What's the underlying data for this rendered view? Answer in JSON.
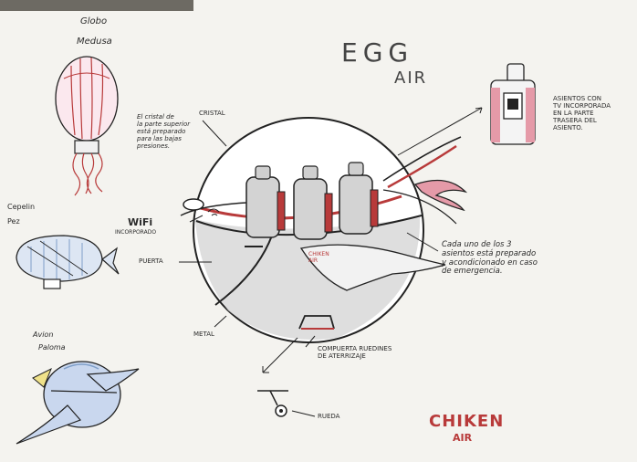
{
  "title": {
    "brand_line1": "EGG",
    "brand_line2": "AIR"
  },
  "balloon": {
    "line1": "Globo",
    "line2": "Medusa"
  },
  "zeppelin": {
    "line1": "Cepelin",
    "line2": "Pez"
  },
  "plane": {
    "line1": "Avion",
    "line2": "Paloma"
  },
  "labels": {
    "cristal_note_lines": [
      "El cristal de",
      "la parte superior",
      "está preparado",
      "para las bajas",
      "presiones."
    ],
    "cristal_tag": "CRISTAL",
    "wifi": "WiFi",
    "wifi_sub": "INCORPORADO",
    "puerta": "PUERTA",
    "metal": "METAL",
    "compuerta_lines": [
      "COMPUERTA RUEDINES",
      "DE ATERRIZAJE"
    ],
    "rueda": "RUEDA",
    "hull_logo_lines": [
      "CHIKEN",
      "AIR"
    ],
    "seats_tv_lines": [
      "ASIENTOS CON",
      "TV INCORPORADA",
      "EN LA PARTE",
      "TRASERA DEL",
      "ASIENTO."
    ],
    "seats_emergency_lines": [
      "Cada uno de los 3",
      "asientos está preparado",
      "y acondicionado en caso",
      "de emergencia."
    ]
  },
  "logo_bottom": {
    "line1": "CHIKEN",
    "line2": "AIR"
  },
  "colors": {
    "paper": "#f4f3ef",
    "ink": "#2a2a2a",
    "red": "#b83a3a",
    "pink": "#e59aa8",
    "blue": "#7f9fc9",
    "grey": "#9c9c9c",
    "corner": "#6d6a63"
  }
}
